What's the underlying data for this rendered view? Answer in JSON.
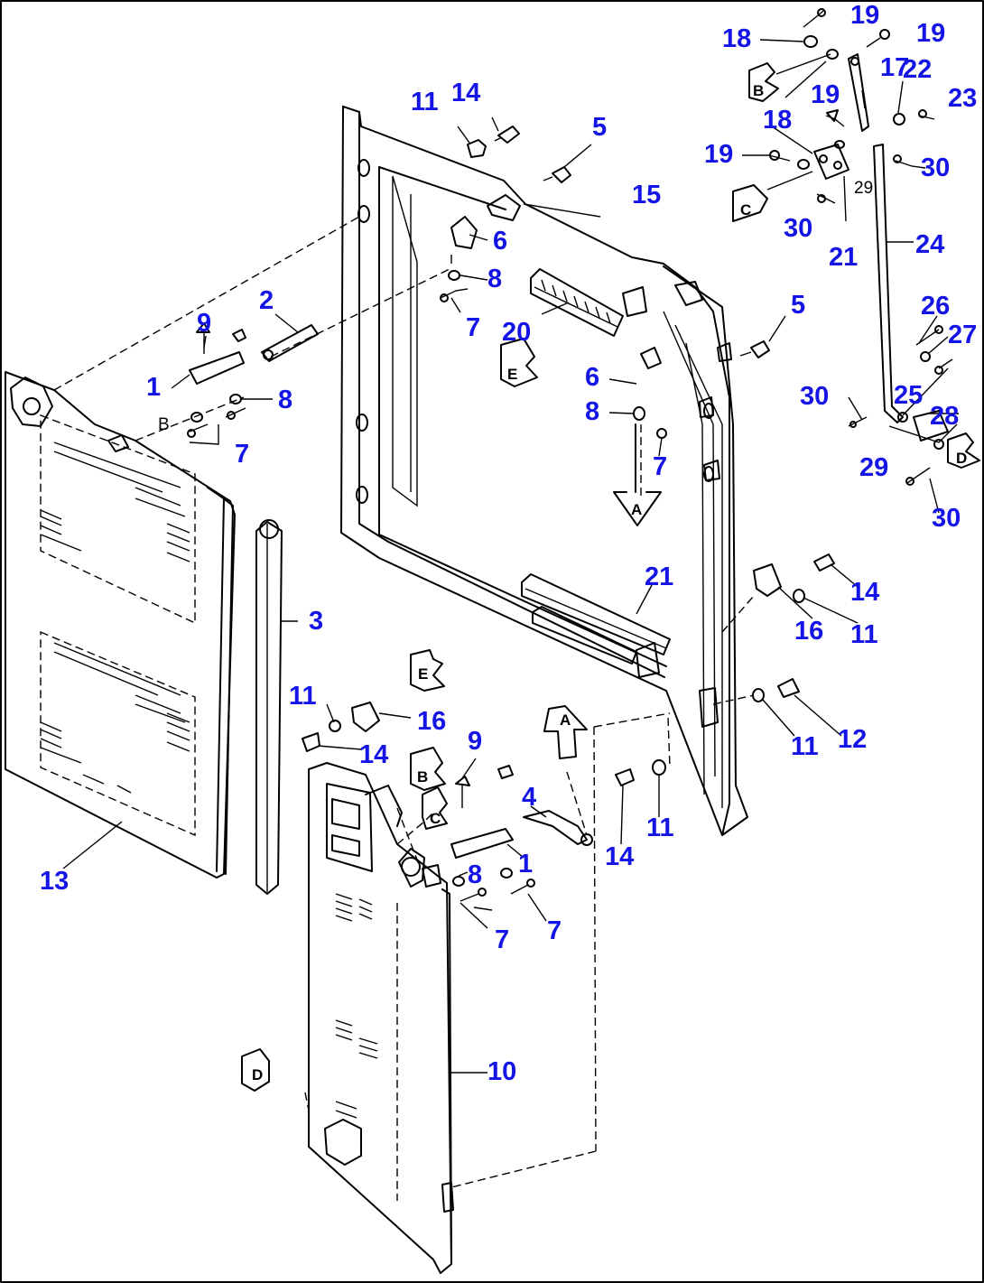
{
  "callouts": [
    {
      "id": "c18a",
      "text": "18"
    },
    {
      "id": "c19a",
      "text": "19"
    },
    {
      "id": "c19b",
      "text": "19"
    },
    {
      "id": "c17",
      "text": "17"
    },
    {
      "id": "c22",
      "text": "22"
    },
    {
      "id": "c23",
      "text": "23"
    },
    {
      "id": "c19c",
      "text": "19"
    },
    {
      "id": "c18b",
      "text": "18"
    },
    {
      "id": "c19d",
      "text": "19"
    },
    {
      "id": "c30a",
      "text": "30"
    },
    {
      "id": "c30b",
      "text": "30"
    },
    {
      "id": "c21a",
      "text": "21"
    },
    {
      "id": "c24",
      "text": "24"
    },
    {
      "id": "c11a",
      "text": "11"
    },
    {
      "id": "c14a",
      "text": "14"
    },
    {
      "id": "c5a",
      "text": "5"
    },
    {
      "id": "c15",
      "text": "15"
    },
    {
      "id": "c6a",
      "text": "6"
    },
    {
      "id": "c8a",
      "text": "8"
    },
    {
      "id": "c7a",
      "text": "7"
    },
    {
      "id": "c2",
      "text": "2"
    },
    {
      "id": "c20",
      "text": "20"
    },
    {
      "id": "c5b",
      "text": "5"
    },
    {
      "id": "c26",
      "text": "26"
    },
    {
      "id": "c27",
      "text": "27"
    },
    {
      "id": "c9a",
      "text": "9"
    },
    {
      "id": "c1a",
      "text": "1"
    },
    {
      "id": "c8b",
      "text": "8"
    },
    {
      "id": "c7b",
      "text": "7"
    },
    {
      "id": "c6b",
      "text": "6"
    },
    {
      "id": "c8c",
      "text": "8"
    },
    {
      "id": "c7c",
      "text": "7"
    },
    {
      "id": "c30c",
      "text": "30"
    },
    {
      "id": "c25",
      "text": "25"
    },
    {
      "id": "c28",
      "text": "28"
    },
    {
      "id": "c29",
      "text": "29"
    },
    {
      "id": "c30d",
      "text": "30"
    },
    {
      "id": "c21b",
      "text": "21"
    },
    {
      "id": "c14b",
      "text": "14"
    },
    {
      "id": "c3",
      "text": "3"
    },
    {
      "id": "c16a",
      "text": "16"
    },
    {
      "id": "c11b",
      "text": "11"
    },
    {
      "id": "c11c",
      "text": "11"
    },
    {
      "id": "c16b",
      "text": "16"
    },
    {
      "id": "c14c",
      "text": "14"
    },
    {
      "id": "c9b",
      "text": "9"
    },
    {
      "id": "c11d",
      "text": "11"
    },
    {
      "id": "c12",
      "text": "12"
    },
    {
      "id": "c4",
      "text": "4"
    },
    {
      "id": "c1b",
      "text": "1"
    },
    {
      "id": "c14d",
      "text": "14"
    },
    {
      "id": "c11e",
      "text": "11"
    },
    {
      "id": "c8d",
      "text": "8"
    },
    {
      "id": "c13",
      "text": "13"
    },
    {
      "id": "c7d",
      "text": "7"
    },
    {
      "id": "c7e",
      "text": "7"
    },
    {
      "id": "c10",
      "text": "10"
    }
  ],
  "reference_marks": [
    {
      "id": "rB1",
      "text": "B"
    },
    {
      "id": "rC1",
      "text": "C"
    },
    {
      "id": "rE1",
      "text": "E"
    },
    {
      "id": "rA1",
      "text": "A"
    },
    {
      "id": "rD1",
      "text": "D"
    },
    {
      "id": "rE2",
      "text": "E"
    },
    {
      "id": "rB2",
      "text": "B"
    },
    {
      "id": "rC2",
      "text": "C"
    },
    {
      "id": "rA2",
      "text": "A"
    },
    {
      "id": "rD2",
      "text": "D"
    }
  ],
  "plain_marks": [
    {
      "id": "pB",
      "text": "B"
    },
    {
      "id": "p29",
      "text": "29"
    }
  ]
}
